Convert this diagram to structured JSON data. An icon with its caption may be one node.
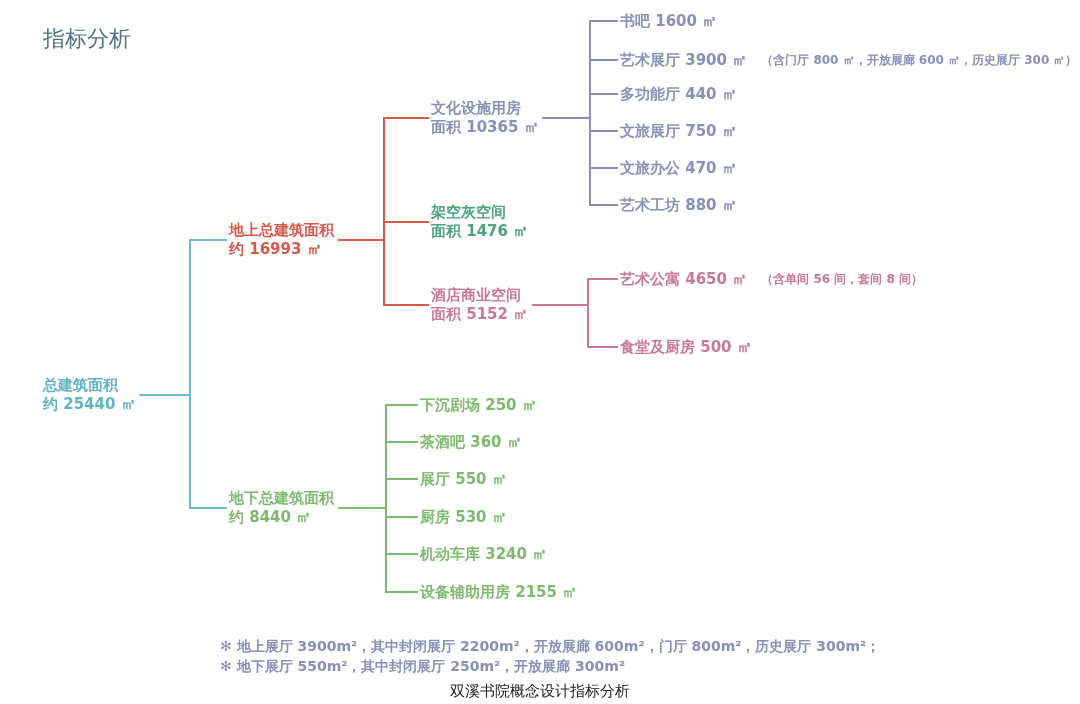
{
  "diagram": {
    "title": "指标分析",
    "caption": "双溪书院概念设计指标分析",
    "nodes": [
      {
        "text": [
          "总建筑面积",
          "约 25440 ㎡"
        ]
      },
      {
        "text": [
          "地上总建筑面积",
          "约 16993 ㎡"
        ]
      },
      {
        "text": [
          "文化设施用房",
          "面积 10365 ㎡"
        ]
      },
      {
        "text": [
          "书吧 1600 ㎡"
        ]
      },
      {
        "text": [
          "艺术展厅 3900 ㎡"
        ],
        "beside": [
          "（含门厅 800 ㎡，开放展廊 600 ㎡，历史展厅 300 ㎡）"
        ]
      },
      {
        "text": [
          "多功能厅 440 ㎡"
        ]
      },
      {
        "text": [
          "文旅展厅 750 ㎡"
        ]
      },
      {
        "text": [
          "文旅办公 470 ㎡"
        ]
      },
      {
        "text": [
          "艺术工坊 880 ㎡"
        ]
      },
      {
        "text": [
          "架空灰空间",
          "面积 1476 ㎡"
        ]
      },
      {
        "text": [
          "酒店商业空间",
          "面积 5152 ㎡"
        ]
      },
      {
        "text": [
          "艺术公寓 4650 ㎡"
        ],
        "beside": [
          "（含单间 56 间，套间 8 间）"
        ]
      },
      {
        "text": [
          "食堂及厨房 500 ㎡"
        ]
      },
      {
        "text": [
          "地下总建筑面积",
          "约 8440 ㎡"
        ]
      },
      {
        "text": [
          "下沉剧场 250 ㎡"
        ]
      },
      {
        "text": [
          "茶酒吧 360 ㎡"
        ]
      },
      {
        "text": [
          "展厅 550 ㎡"
        ]
      },
      {
        "text": [
          "厨房 530 ㎡"
        ]
      },
      {
        "text": [
          "机动车库 3240 ㎡"
        ]
      },
      {
        "text": [
          "设备辅助用房 2155 ㎡"
        ]
      }
    ],
    "edges": [
      {
        "from": 0,
        "to": 1,
        "arrow": "none",
        "color": "#6bbccb"
      },
      {
        "from": 0,
        "to": 13,
        "arrow": "none",
        "color": "#6bbccb"
      },
      {
        "from": 1,
        "to": 2,
        "arrow": "none",
        "color": "#d9584a"
      },
      {
        "from": 1,
        "to": 9,
        "arrow": "none",
        "color": "#d9584a"
      },
      {
        "from": 1,
        "to": 10,
        "arrow": "none",
        "color": "#d9584a"
      },
      {
        "from": 2,
        "to": 3,
        "arrow": "none",
        "color": "#8a8fb8"
      },
      {
        "from": 2,
        "to": 4,
        "arrow": "none",
        "color": "#8a8fb8"
      },
      {
        "from": 2,
        "to": 5,
        "arrow": "none",
        "color": "#8a8fb8"
      },
      {
        "from": 2,
        "to": 6,
        "arrow": "none",
        "color": "#8a8fb8"
      },
      {
        "from": 2,
        "to": 7,
        "arrow": "none",
        "color": "#8a8fb8"
      },
      {
        "from": 2,
        "to": 8,
        "arrow": "none",
        "color": "#8a8fb8"
      },
      {
        "from": 10,
        "to": 11,
        "arrow": "none",
        "color": "#c9789a"
      },
      {
        "from": 10,
        "to": 12,
        "arrow": "none",
        "color": "#c9789a"
      },
      {
        "from": 13,
        "to": 14,
        "arrow": "none",
        "color": "#7dba6e"
      },
      {
        "from": 13,
        "to": 15,
        "arrow": "none",
        "color": "#7dba6e"
      },
      {
        "from": 13,
        "to": 16,
        "arrow": "none",
        "color": "#7dba6e"
      },
      {
        "from": 13,
        "to": 17,
        "arrow": "none",
        "color": "#7dba6e"
      },
      {
        "from": 13,
        "to": 18,
        "arrow": "none",
        "color": "#7dba6e"
      },
      {
        "from": 13,
        "to": 19,
        "arrow": "none",
        "color": "#7dba6e"
      }
    ],
    "labels": [
      "✻ 地上展厅 3900m²，其中封闭展厅 2200m²，开放展廊 600m²，门厅 800m²，历史展厅 300m²；",
      "✻ 地下展厅 550m²，其中封闭展厅 250m²，开放展廊 300m²"
    ]
  }
}
